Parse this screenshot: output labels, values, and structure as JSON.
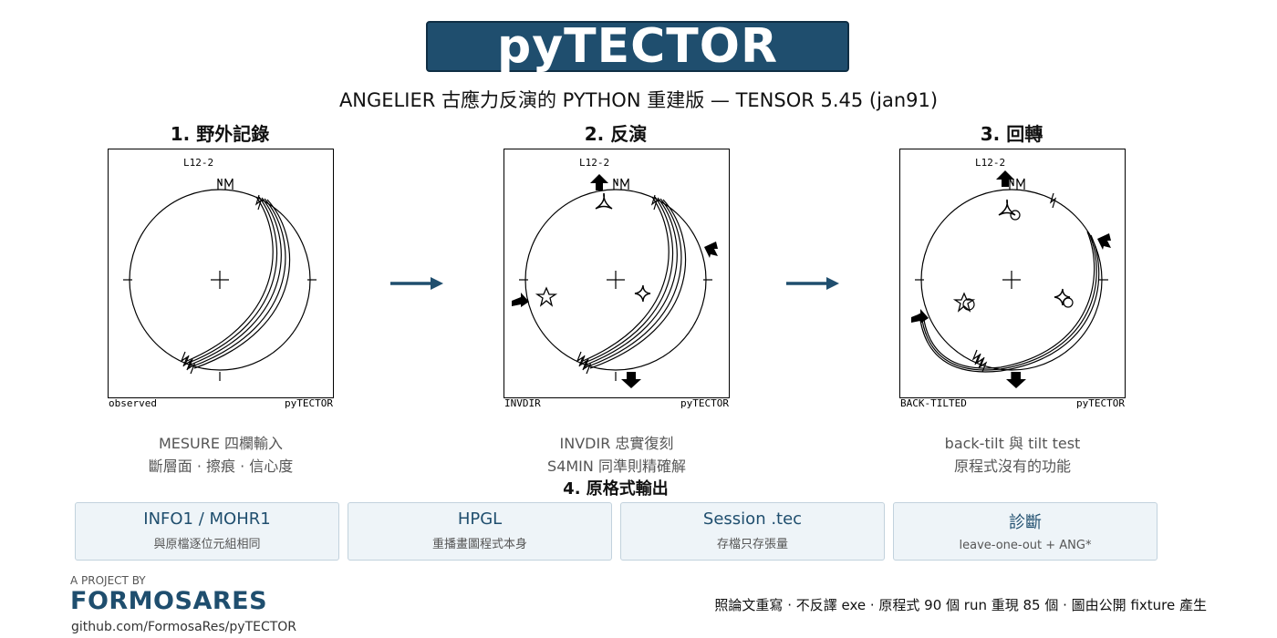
{
  "header": {
    "title": "pyTECTOR",
    "subtitle": "ANGELIER 古應力反演的 PYTHON 重建版 — TENSOR 5.45 (jan91)"
  },
  "steps": [
    {
      "title": "1. 野外記錄",
      "site": "L12-2",
      "north": "NM",
      "mode_label": "observed",
      "brand_label": "pyTECTOR",
      "caption_line1": "MESURE 四欄輸入",
      "caption_line2": "斷層面 · 擦痕 · 信心度"
    },
    {
      "title": "2. 反演",
      "site": "L12-2",
      "north": "NM",
      "mode_label": "INVDIR",
      "brand_label": "pyTECTOR",
      "caption_line1": "INVDIR 忠實復刻",
      "caption_line2": "S4MIN 同準則精確解"
    },
    {
      "title": "3. 回轉",
      "site": "L12-2",
      "north": "NM",
      "mode_label": "BACK-TILTED",
      "brand_label": "pyTECTOR",
      "caption_line1": "back-tilt 與 tilt test",
      "caption_line2": "原程式沒有的功能"
    }
  ],
  "output": {
    "title": "4. 原格式輸出",
    "cards": [
      {
        "title": "INFO1 / MOHR1",
        "subtitle": "與原檔逐位元組相同"
      },
      {
        "title": "HPGL",
        "subtitle": "重播畫圖程式本身"
      },
      {
        "title": "Session .tec",
        "subtitle": "存檔只存張量"
      },
      {
        "title": "診斷",
        "subtitle": "leave-one-out + ANG*"
      }
    ]
  },
  "footer": {
    "project_by": "A PROJECT BY",
    "brand": "FORMOSARES",
    "repo": "github.com/FormosaRes/pyTECTOR",
    "note": "照論文重寫 · 不反譯 exe · 原程式 90 個 run 重現 85 個 · 圖由公開 fixture 產生"
  },
  "colors": {
    "accent": "#1f4e6e",
    "card_bg": "#eef4f8"
  }
}
